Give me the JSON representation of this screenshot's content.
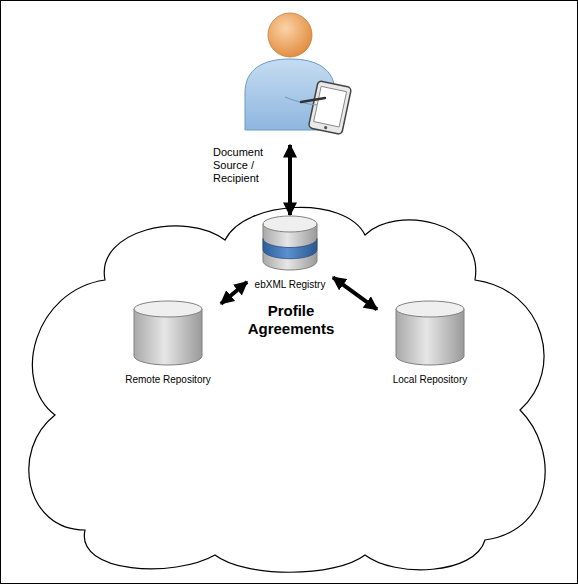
{
  "diagram": {
    "nodes": [
      {
        "text": [
          "Document Source / Recipient"
        ]
      },
      {
        "text": [
          "Profile Agreements"
        ]
      },
      {
        "text": [
          "ebXML Registry"
        ],
        "in": 1
      },
      {
        "text": [
          "Remote Repository"
        ],
        "in": 1
      },
      {
        "text": [
          "Local Repository"
        ],
        "in": 1
      }
    ],
    "edges": [
      {
        "from": 0,
        "to": 2,
        "arrow": "both"
      },
      {
        "from": 2,
        "to": 3,
        "arrow": "both"
      },
      {
        "from": 2,
        "to": 4,
        "arrow": "both"
      }
    ]
  }
}
